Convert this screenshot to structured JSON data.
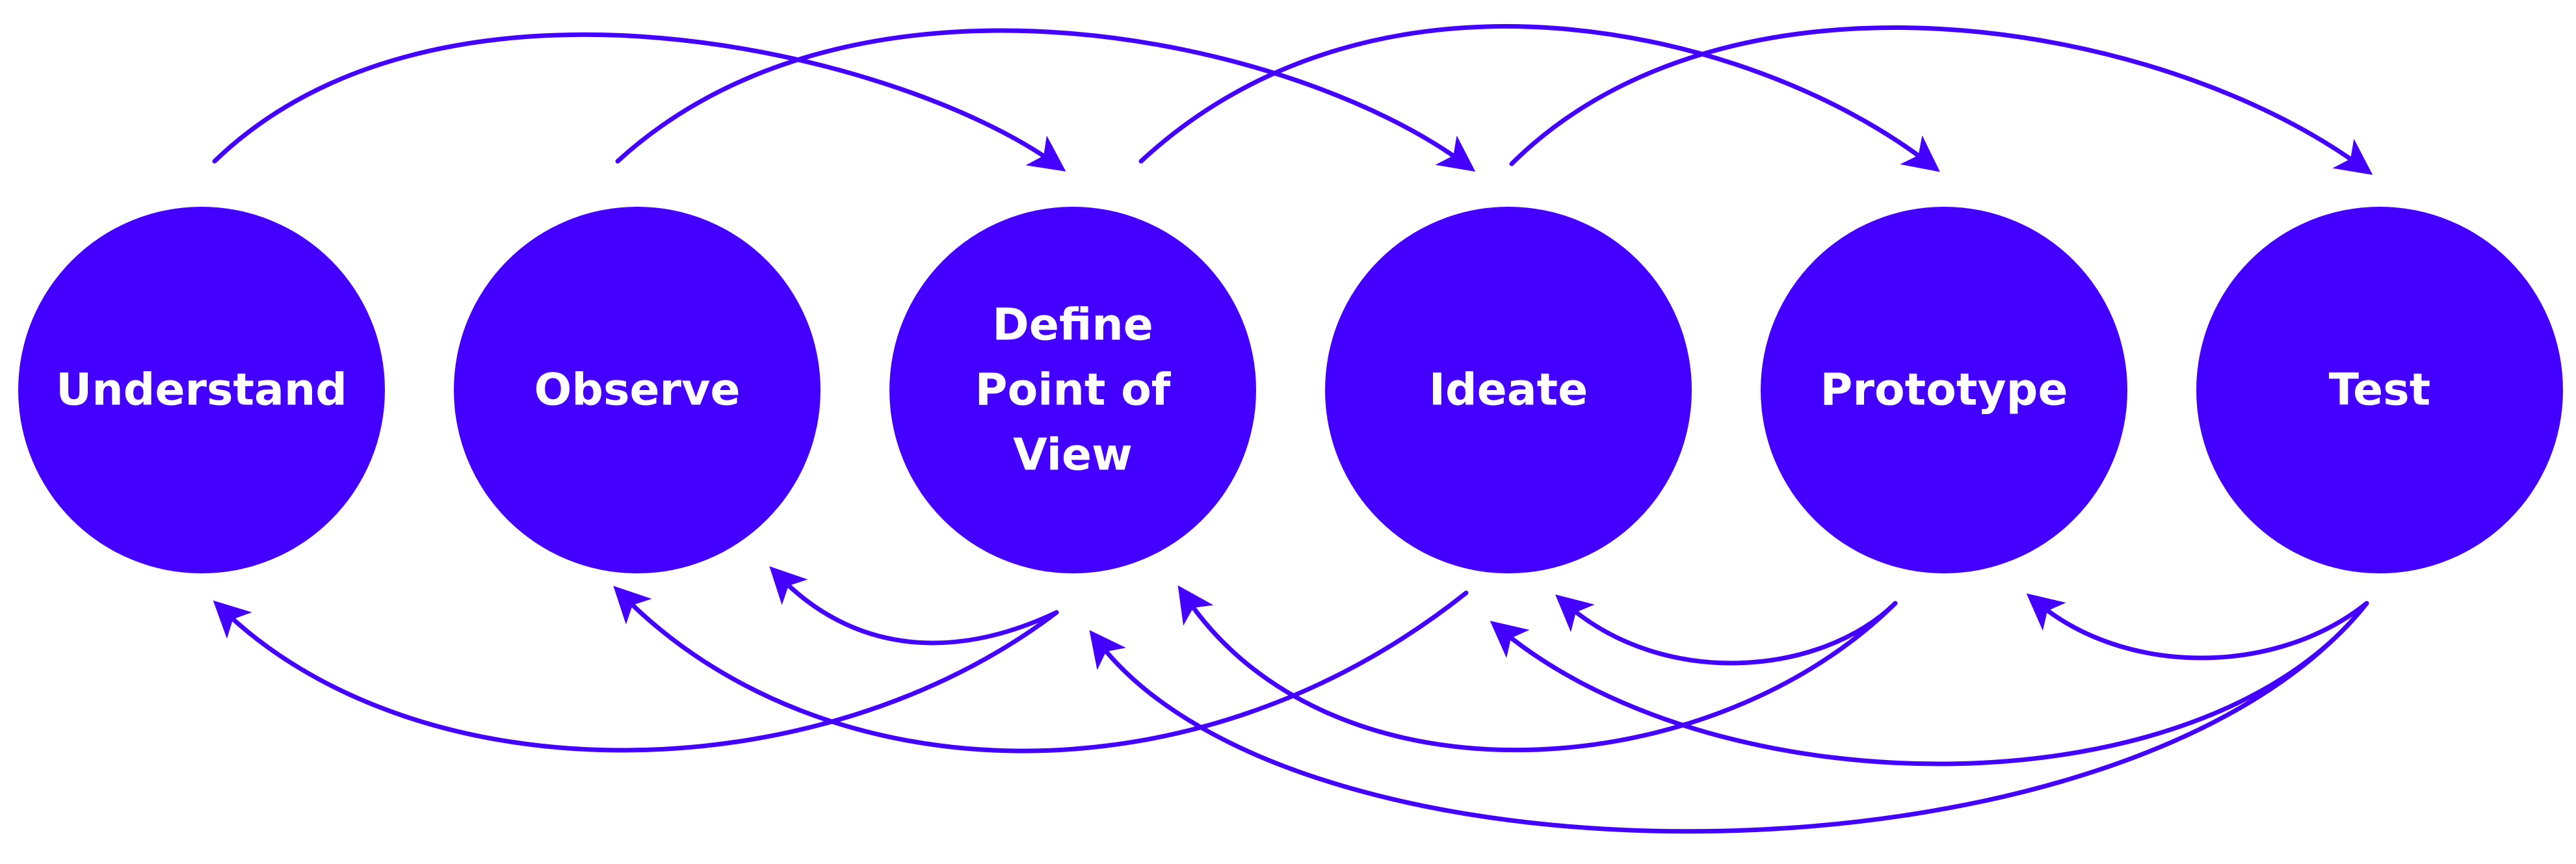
{
  "colors": {
    "accent": "#4400ff",
    "label": "#ffffff"
  },
  "stages": [
    {
      "id": "understand",
      "lines": [
        "Understand"
      ]
    },
    {
      "id": "observe",
      "lines": [
        "Observe"
      ]
    },
    {
      "id": "define-point-of-view",
      "lines": [
        "Define",
        "Point of",
        "View"
      ]
    },
    {
      "id": "ideate",
      "lines": [
        "Ideate"
      ]
    },
    {
      "id": "prototype",
      "lines": [
        "Prototype"
      ]
    },
    {
      "id": "test",
      "lines": [
        "Test"
      ]
    }
  ],
  "forward_links": [
    {
      "from": "understand",
      "to": "define-point-of-view"
    },
    {
      "from": "observe",
      "to": "ideate"
    },
    {
      "from": "define-point-of-view",
      "to": "prototype"
    },
    {
      "from": "ideate",
      "to": "test"
    }
  ],
  "feedback_links": [
    {
      "from": "define-point-of-view",
      "to": "understand"
    },
    {
      "from": "define-point-of-view",
      "to": "observe"
    },
    {
      "from": "ideate",
      "to": "observe"
    },
    {
      "from": "prototype",
      "to": "define-point-of-view"
    },
    {
      "from": "prototype",
      "to": "ideate"
    },
    {
      "from": "test",
      "to": "define-point-of-view"
    },
    {
      "from": "test",
      "to": "ideate"
    },
    {
      "from": "test",
      "to": "prototype"
    }
  ]
}
